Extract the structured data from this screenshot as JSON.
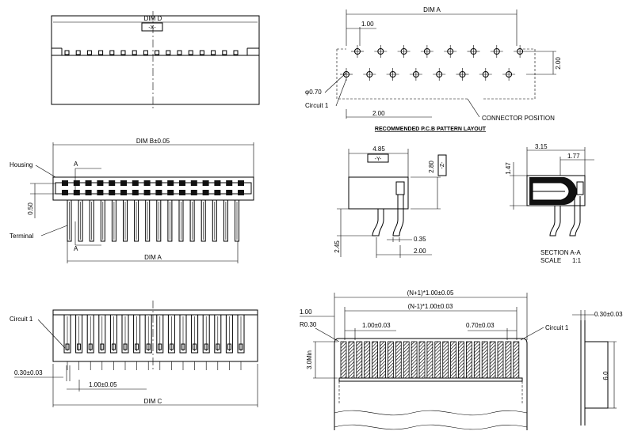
{
  "views": {
    "top_view": {
      "dim_label": "DIM D",
      "ref_tag": "-X-"
    },
    "pcb_layout": {
      "dim_label": "DIM A",
      "pitch_label": "1.00",
      "row_spacing_label": "2.00",
      "hole_dia_label": "φ0.70",
      "offset_label": "2.00",
      "circuit_label": "Circuit 1",
      "position_label": "CONNECTOR POSITION",
      "title": "RECOMMENDED P.C.B PATTERN LAYOUT"
    },
    "front_view": {
      "dim_top_label": "DIM B±0.05",
      "dim_bottom_label": "DIM A",
      "housing_label": "Housing",
      "terminal_label": "Terminal",
      "section_mark": "A",
      "height_label": "0.50"
    },
    "side_view": {
      "width_label": "4.85",
      "ref_tag": "-Y-",
      "height_label": "2.80",
      "z_tag": "-Z-",
      "lead_length_label": "2.45",
      "lead_thk_label": "0.35",
      "lead_offset_label": "2.00"
    },
    "section_view": {
      "depth_label": "3.15",
      "inner_label": "1.77",
      "height_label": "1.47",
      "section_label": "SECTION A-A",
      "scale_label": "SCALE",
      "scale_value": "1:1"
    },
    "bottom_view": {
      "circuit_label": "Circuit 1",
      "width_label": "0.30±0.03",
      "pitch_label": "1.00±0.05",
      "dim_label": "DIM C"
    },
    "fpc_view": {
      "overall_label": "(N+1)*1.00±0.05",
      "pitch_span_label": "(N-1)*1.00±0.03",
      "edge_label": "1.00",
      "radius_label": "R0.30",
      "pitch_label": "1.00±0.03",
      "width_label": "0.70±0.03",
      "circuit_label": "Circuit 1",
      "min_length_label": "3.0Min",
      "thickness_label": "0.30±0.03",
      "stiffener_label": "6.0"
    }
  }
}
